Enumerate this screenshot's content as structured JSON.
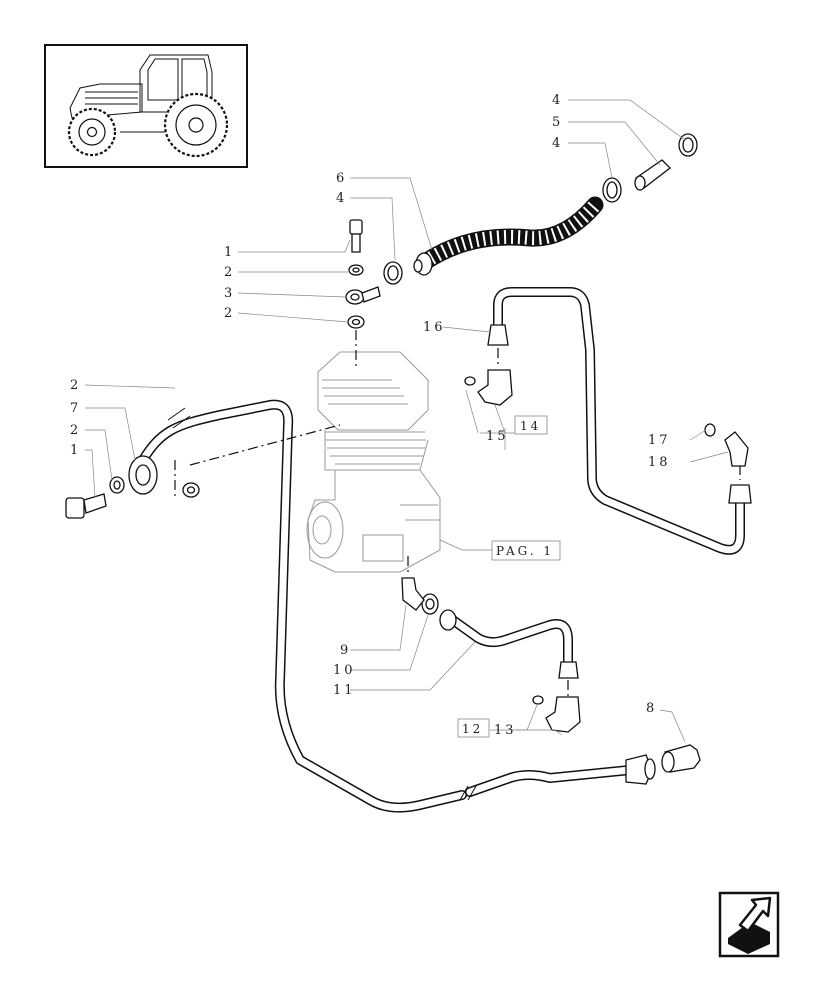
{
  "callouts": [
    {
      "id": "c1",
      "text": "4"
    },
    {
      "id": "c2",
      "text": "5"
    },
    {
      "id": "c3",
      "text": "4"
    },
    {
      "id": "c4",
      "text": "6"
    },
    {
      "id": "c5",
      "text": "4"
    },
    {
      "id": "c6",
      "text": "1"
    },
    {
      "id": "c7",
      "text": "2"
    },
    {
      "id": "c8",
      "text": "3"
    },
    {
      "id": "c9",
      "text": "2"
    },
    {
      "id": "c10",
      "text": "16"
    },
    {
      "id": "c11",
      "text": "2"
    },
    {
      "id": "c12",
      "text": "7"
    },
    {
      "id": "c13",
      "text": "2"
    },
    {
      "id": "c14",
      "text": "1"
    },
    {
      "id": "c15",
      "text": "15"
    },
    {
      "id": "c16",
      "text": "17"
    },
    {
      "id": "c17",
      "text": "18"
    },
    {
      "id": "c18",
      "text": "9"
    },
    {
      "id": "c19",
      "text": "10"
    },
    {
      "id": "c20",
      "text": "11"
    },
    {
      "id": "c21",
      "text": "13"
    },
    {
      "id": "c22",
      "text": "8"
    }
  ],
  "boxed_refs": [
    {
      "id": "b1",
      "text": "14"
    },
    {
      "id": "b2",
      "text": "12"
    }
  ],
  "page_ref": "PAG. 1",
  "icons": {
    "thumbnail": "tractor-thumbnail-icon",
    "navigation": "next-page-arrow-icon"
  }
}
